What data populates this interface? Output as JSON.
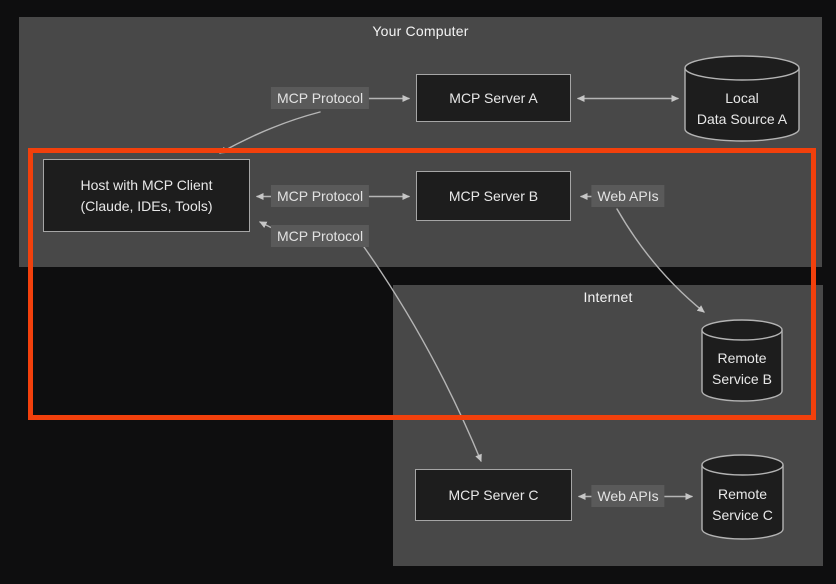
{
  "regions": {
    "your_computer": {
      "title": "Your Computer"
    },
    "internet": {
      "title": "Internet"
    }
  },
  "nodes": {
    "host": {
      "line1": "Host with MCP Client",
      "line2": "(Claude, IDEs, Tools)"
    },
    "mcp_server_a": {
      "label": "MCP Server A"
    },
    "mcp_server_b": {
      "label": "MCP Server B"
    },
    "mcp_server_c": {
      "label": "MCP Server C"
    },
    "local_data_source_a": {
      "line1": "Local",
      "line2": "Data Source A"
    },
    "remote_service_b": {
      "line1": "Remote",
      "line2": "Service B"
    },
    "remote_service_c": {
      "line1": "Remote",
      "line2": "Service C"
    }
  },
  "edge_labels": {
    "mcp_protocol_top": "MCP Protocol",
    "mcp_protocol_middle": "MCP Protocol",
    "mcp_protocol_bottom": "MCP Protocol",
    "web_apis_b": "Web APIs",
    "web_apis_c": "Web APIs"
  },
  "colors": {
    "background": "#0e0e0f",
    "panel": "#484848",
    "node_fill": "#1d1d1d",
    "node_border": "#a6a6a6",
    "connector": "#b5b5b5",
    "label_bg": "#5a5a5a",
    "text": "#e8e8e8",
    "annotation_orange": "#f2400c"
  }
}
